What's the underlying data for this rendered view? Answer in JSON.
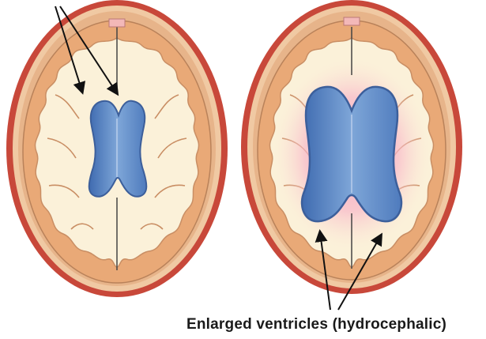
{
  "caption": "Enlarged ventricles (hydrocephalic)",
  "colors": {
    "scalp": "#c8483a",
    "skull": "#f0c9a3",
    "cortex": "#e9a977",
    "white_matter": "#fbf1d9",
    "ventricle": "#5b86c4",
    "ventricle_outline": "#3c5f9b",
    "edema": "#f2a4b8",
    "arrow": "#111111"
  },
  "icons": {
    "normal_brain": "normal-brain-axial-section",
    "hydrocephalic_brain": "hydrocephalic-brain-axial-section",
    "pointer": "arrow-icon"
  }
}
